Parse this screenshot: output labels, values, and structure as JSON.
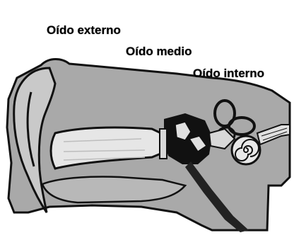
{
  "labels": {
    "outer": "Oído externo",
    "middle": "Oído medio",
    "inner": "Oído interno"
  },
  "colors": {
    "tissue": "#a9a9a9",
    "tissue_light": "#c9c9c9",
    "outline": "#111111",
    "canal": "#e6e6e6"
  }
}
